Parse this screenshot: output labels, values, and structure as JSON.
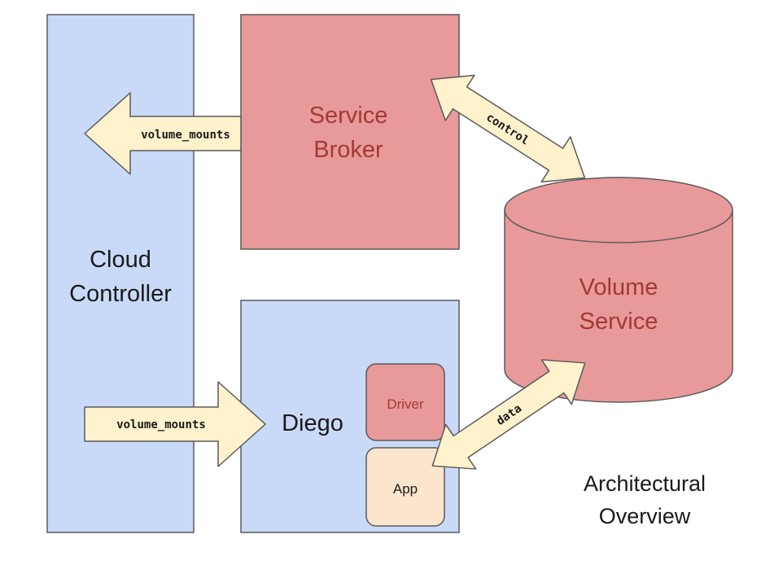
{
  "cloud_controller": {
    "label_line1": "Cloud",
    "label_line2": "Controller"
  },
  "service_broker": {
    "label_line1": "Service",
    "label_line2": "Broker"
  },
  "diego": {
    "label": "Diego"
  },
  "driver": {
    "label": "Driver"
  },
  "app": {
    "label": "App"
  },
  "volume_service": {
    "label_line1": "Volume",
    "label_line2": "Service"
  },
  "arrows": {
    "top_mounts": "volume_mounts",
    "bottom_mounts": "volume_mounts",
    "control": "control",
    "data": "data"
  },
  "caption": {
    "line1": "Architectural",
    "line2": "Overview"
  },
  "colors": {
    "blue_fill": "#c9daf8",
    "red_fill": "#e89999",
    "red_text": "#a33a33",
    "arrow_fill": "#fff2cc",
    "app_fill": "#fce5cd",
    "stroke": "#5a5a5a"
  }
}
